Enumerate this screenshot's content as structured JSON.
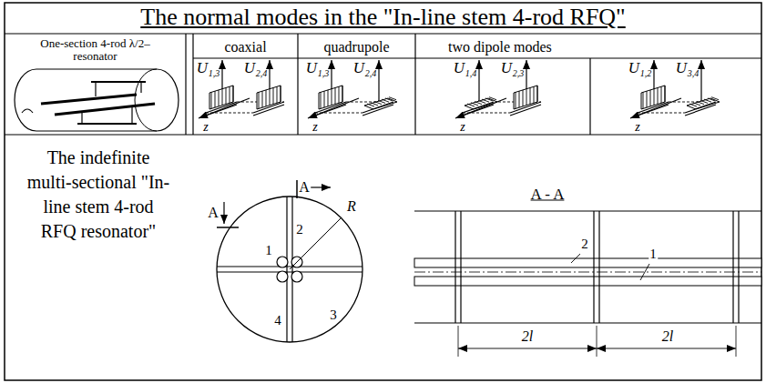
{
  "diagram": {
    "title": "The normal modes in the \"In-line stem 4-rod RFQ\"",
    "nodes": [
      {
        "text": [
          "One-section 4-rod λ/2–resonator"
        ]
      },
      {
        "text": [
          "coaxial"
        ]
      },
      {
        "text": [
          "quadrupole"
        ]
      },
      {
        "text": [
          "two dipole modes"
        ]
      },
      {
        "text": [
          "The indefinite multi-sectional \"In-line stem 4-rod RFQ resonator\""
        ]
      }
    ],
    "labels": [
      "U",
      "1,3",
      "U",
      "2,4",
      "z",
      "U",
      "1,3",
      "U",
      "2,4",
      "z",
      "U",
      "1,4",
      "U",
      "2,3",
      "z",
      "U",
      "1,2",
      "U",
      "3,4",
      "z",
      "A",
      "A",
      "R",
      "2",
      "1",
      "4",
      "3",
      "A - A",
      "2",
      "1",
      "2l",
      "2l"
    ]
  }
}
